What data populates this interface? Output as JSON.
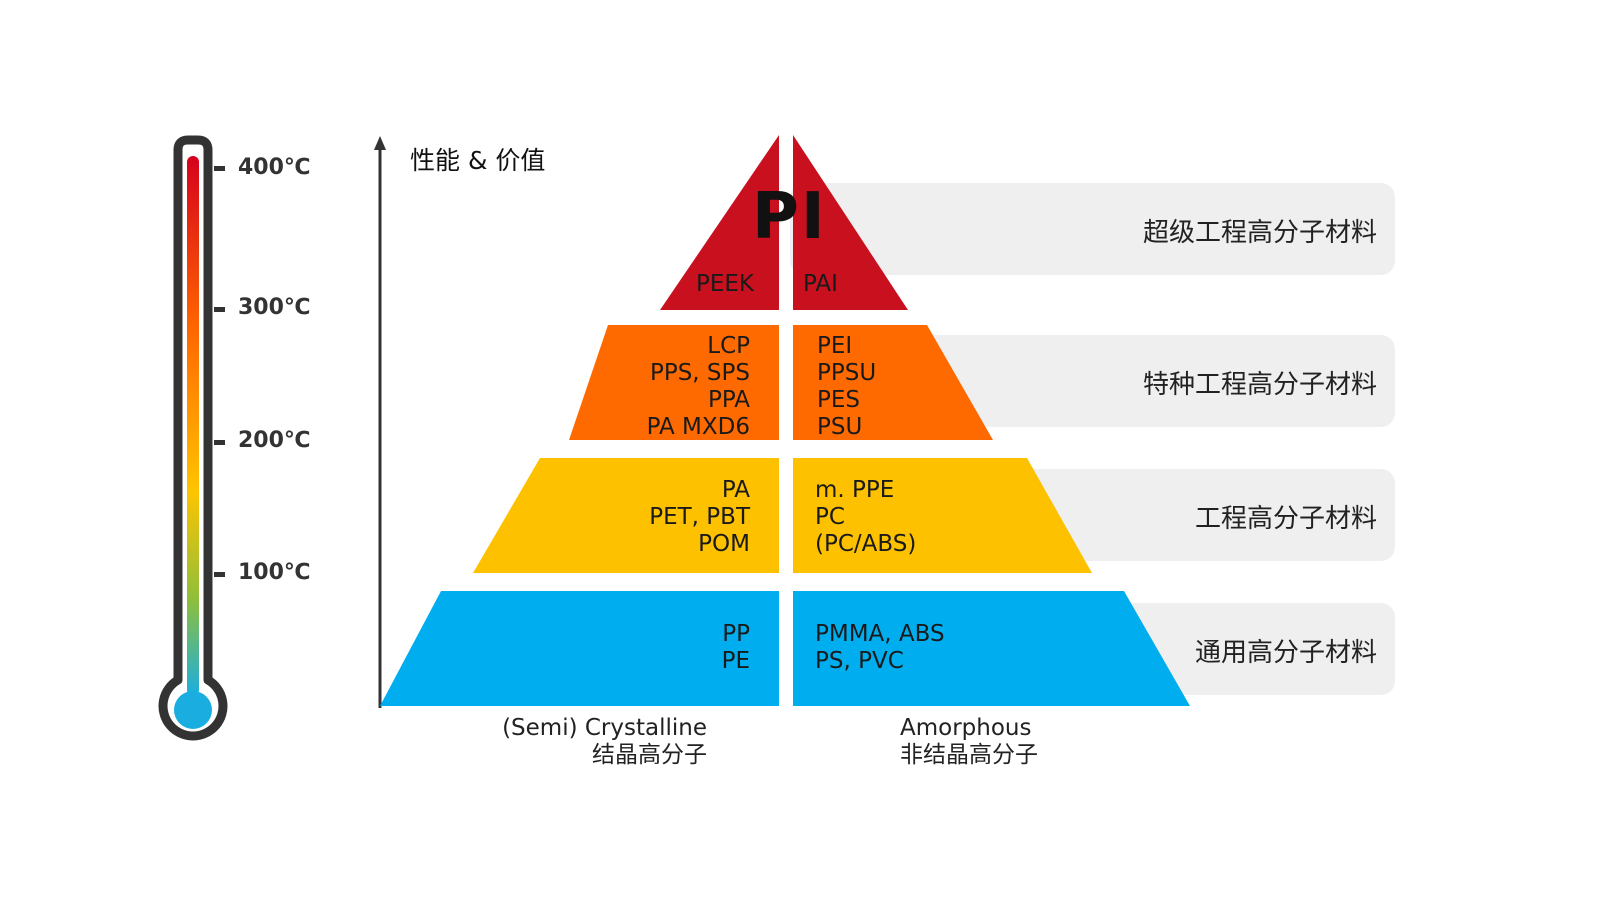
{
  "colors": {
    "super": "#c8101f",
    "special": "#ff6a00",
    "engineering": "#fdc100",
    "commodity": "#00aeef",
    "band": "#efefef",
    "thermo_outline": "#333333"
  },
  "thermometer": {
    "ticks": [
      {
        "label": "400℃",
        "value": 400
      },
      {
        "label": "300℃",
        "value": 300
      },
      {
        "label": "200℃",
        "value": 200
      },
      {
        "label": "100℃",
        "value": 100
      }
    ]
  },
  "axis": {
    "title": "性能 & 价值"
  },
  "tiers": [
    {
      "key": "super",
      "category": "超级工程高分子材料",
      "headline": "PI",
      "crystalline": [
        "PEEK"
      ],
      "amorphous": [
        "PAI"
      ]
    },
    {
      "key": "special",
      "category": "特种工程高分子材料",
      "crystalline": [
        "LCP",
        "PPS, SPS",
        "PPA",
        "PA MXD6"
      ],
      "amorphous": [
        "PEI",
        "PPSU",
        "PES",
        "PSU"
      ]
    },
    {
      "key": "engineering",
      "category": "工程高分子材料",
      "crystalline": [
        "PA",
        "PET, PBT",
        "POM"
      ],
      "amorphous": [
        "m. PPE",
        "PC",
        "(PC/ABS)"
      ]
    },
    {
      "key": "commodity",
      "category": "通用高分子材料",
      "crystalline": [
        "PP",
        "PE"
      ],
      "amorphous": [
        "PMMA, ABS",
        "PS, PVC"
      ]
    }
  ],
  "footer": {
    "crystalline": {
      "en": "(Semi) Crystalline",
      "zh": "结晶高分子"
    },
    "amorphous": {
      "en": "Amorphous",
      "zh": "非结晶高分子"
    }
  }
}
